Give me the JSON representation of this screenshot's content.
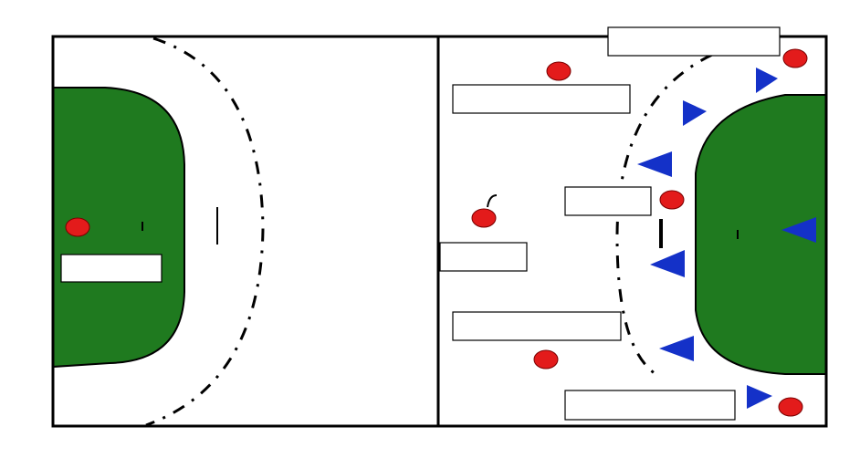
{
  "diagram": {
    "court": {
      "line_color": "#000000",
      "background_color": "#ffffff",
      "goal_area_color": "#1f7a1f"
    },
    "players": {
      "attacker_color": "#e31b1b",
      "defender_color": "#1431c8"
    },
    "label_boxes": [
      {
        "id": "left-goal-box",
        "text": ""
      },
      {
        "id": "top-right-box",
        "text": ""
      },
      {
        "id": "upper-mid-box",
        "text": ""
      },
      {
        "id": "center-small-box",
        "text": ""
      },
      {
        "id": "left-mid-box",
        "text": ""
      },
      {
        "id": "lower-mid-box",
        "text": ""
      },
      {
        "id": "bottom-box",
        "text": ""
      }
    ]
  }
}
